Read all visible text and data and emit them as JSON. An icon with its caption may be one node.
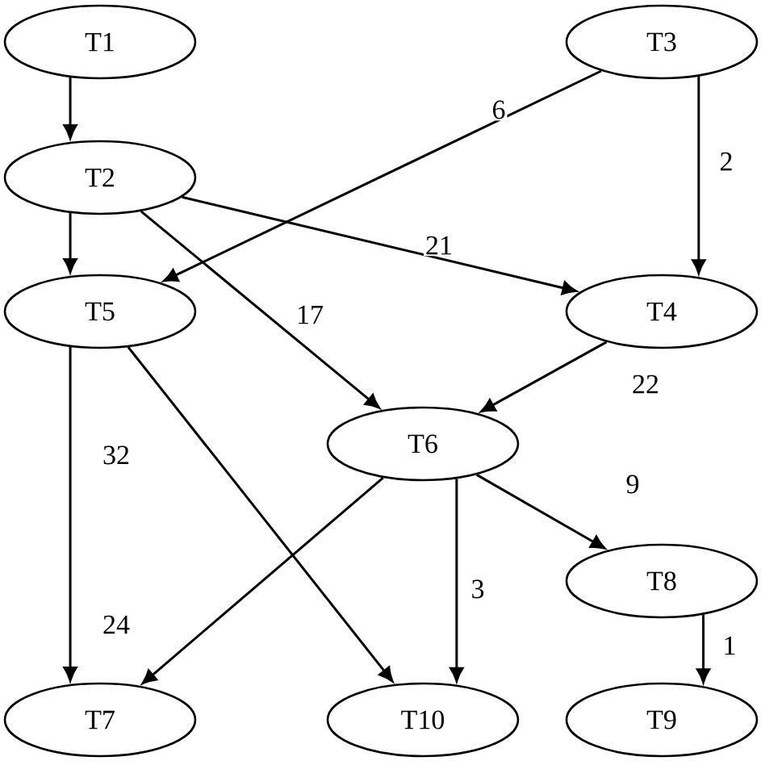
{
  "diagram": {
    "nodes": [
      {
        "text": [
          "T1"
        ]
      },
      {
        "text": [
          "T3"
        ]
      },
      {
        "text": [
          "T2"
        ]
      },
      {
        "text": [
          "T5"
        ]
      },
      {
        "text": [
          "T4"
        ]
      },
      {
        "text": [
          "T6"
        ]
      },
      {
        "text": [
          "T8"
        ]
      },
      {
        "text": [
          "T7"
        ]
      },
      {
        "text": [
          "T10"
        ]
      },
      {
        "text": [
          "T9"
        ]
      }
    ],
    "edges": [
      {
        "from": 0,
        "to": 2,
        "arrow": "to"
      },
      {
        "from": 1,
        "to": 3,
        "arrow": "to",
        "label": "6"
      },
      {
        "from": 1,
        "to": 4,
        "arrow": "to",
        "label": "2"
      },
      {
        "from": 2,
        "to": 3,
        "arrow": "to"
      },
      {
        "from": 2,
        "to": 4,
        "arrow": "to",
        "label": "21"
      },
      {
        "from": 2,
        "to": 5,
        "arrow": "to",
        "label": "17"
      },
      {
        "from": 4,
        "to": 5,
        "arrow": "to",
        "label": "22"
      },
      {
        "from": 3,
        "to": 7,
        "arrow": "to",
        "label": "32"
      },
      {
        "from": 3,
        "to": 8,
        "arrow": "to"
      },
      {
        "from": 5,
        "to": 7,
        "arrow": "to",
        "label": "24"
      },
      {
        "from": 5,
        "to": 8,
        "arrow": "to",
        "label": "3"
      },
      {
        "from": 5,
        "to": 6,
        "arrow": "to",
        "label": "9"
      },
      {
        "from": 6,
        "to": 9,
        "arrow": "to",
        "label": "1"
      }
    ]
  }
}
